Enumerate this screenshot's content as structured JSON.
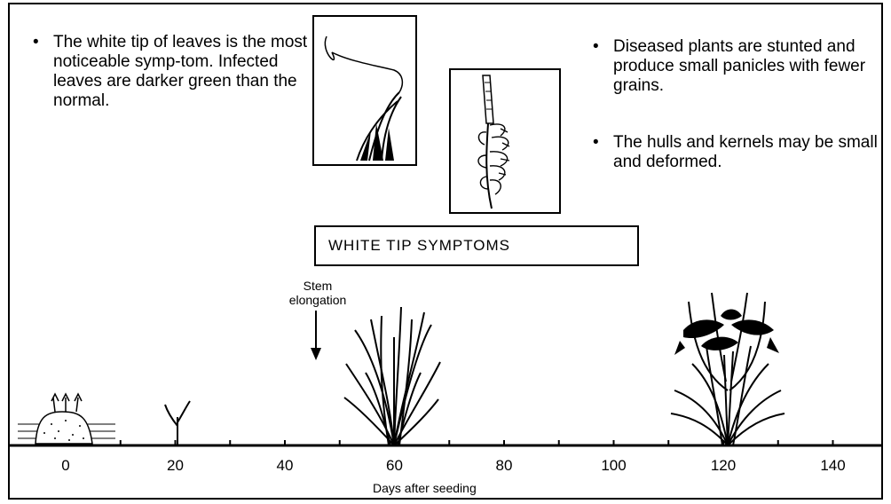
{
  "notes": {
    "left": {
      "bullet": "•",
      "text": "The white tip of leaves is the most noticeable symp-tom. Infected leaves are darker green than the normal."
    },
    "right1": {
      "bullet": "•",
      "text": "Diseased plants are stunted and produce small panicles with fewer grains."
    },
    "right2": {
      "bullet": "•",
      "text": "The hulls and kernels may be small and deformed."
    }
  },
  "title": "WHITE TIP SYMPTOMS",
  "stem_label": "Stem elongation",
  "axis": {
    "ticks": [
      "0",
      "20",
      "40",
      "60",
      "80",
      "100",
      "120",
      "140"
    ],
    "xlabel": "Days after seeding"
  },
  "icons": {
    "inset_leaf": "leaf-tip-icon",
    "inset_panicle": "panicle-icon",
    "seedbed": "seedbed-icon",
    "seedling": "seedling-icon",
    "tiller": "tillering-plant-icon",
    "mature": "mature-plant-icon"
  }
}
